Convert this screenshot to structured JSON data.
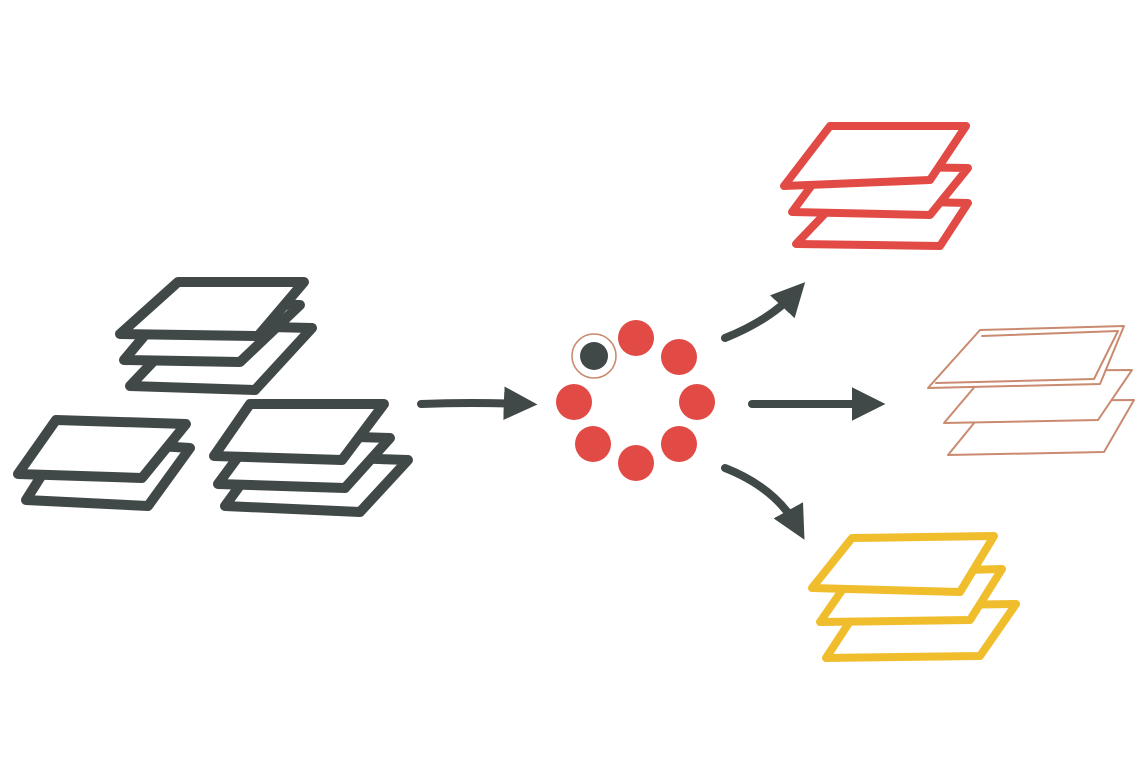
{
  "colors": {
    "background": "#ffffff",
    "ink": "#404848",
    "red": "#e24a45",
    "peach": "#c98a6f",
    "yellow": "#f0bd2c",
    "node_highlight_ring": "#c98a6f"
  },
  "diagram": {
    "input_stack": {
      "icon": "stacked-sheets",
      "color_key": "ink",
      "groups": 3
    },
    "hub": {
      "icon": "ring-of-dots",
      "dot_count": 8,
      "dot_color_key": "red",
      "highlighted_dot_color_key": "ink"
    },
    "outputs": [
      {
        "name": "red-stack",
        "color_key": "red",
        "style": "filled-outline"
      },
      {
        "name": "peach-stack",
        "color_key": "peach",
        "style": "thin-outline"
      },
      {
        "name": "yellow-stack",
        "color_key": "yellow",
        "style": "filled-outline"
      }
    ],
    "connectors": [
      {
        "from": "input_stack",
        "to": "hub"
      },
      {
        "from": "hub",
        "to": "red-stack"
      },
      {
        "from": "hub",
        "to": "peach-stack"
      },
      {
        "from": "hub",
        "to": "yellow-stack"
      }
    ]
  }
}
